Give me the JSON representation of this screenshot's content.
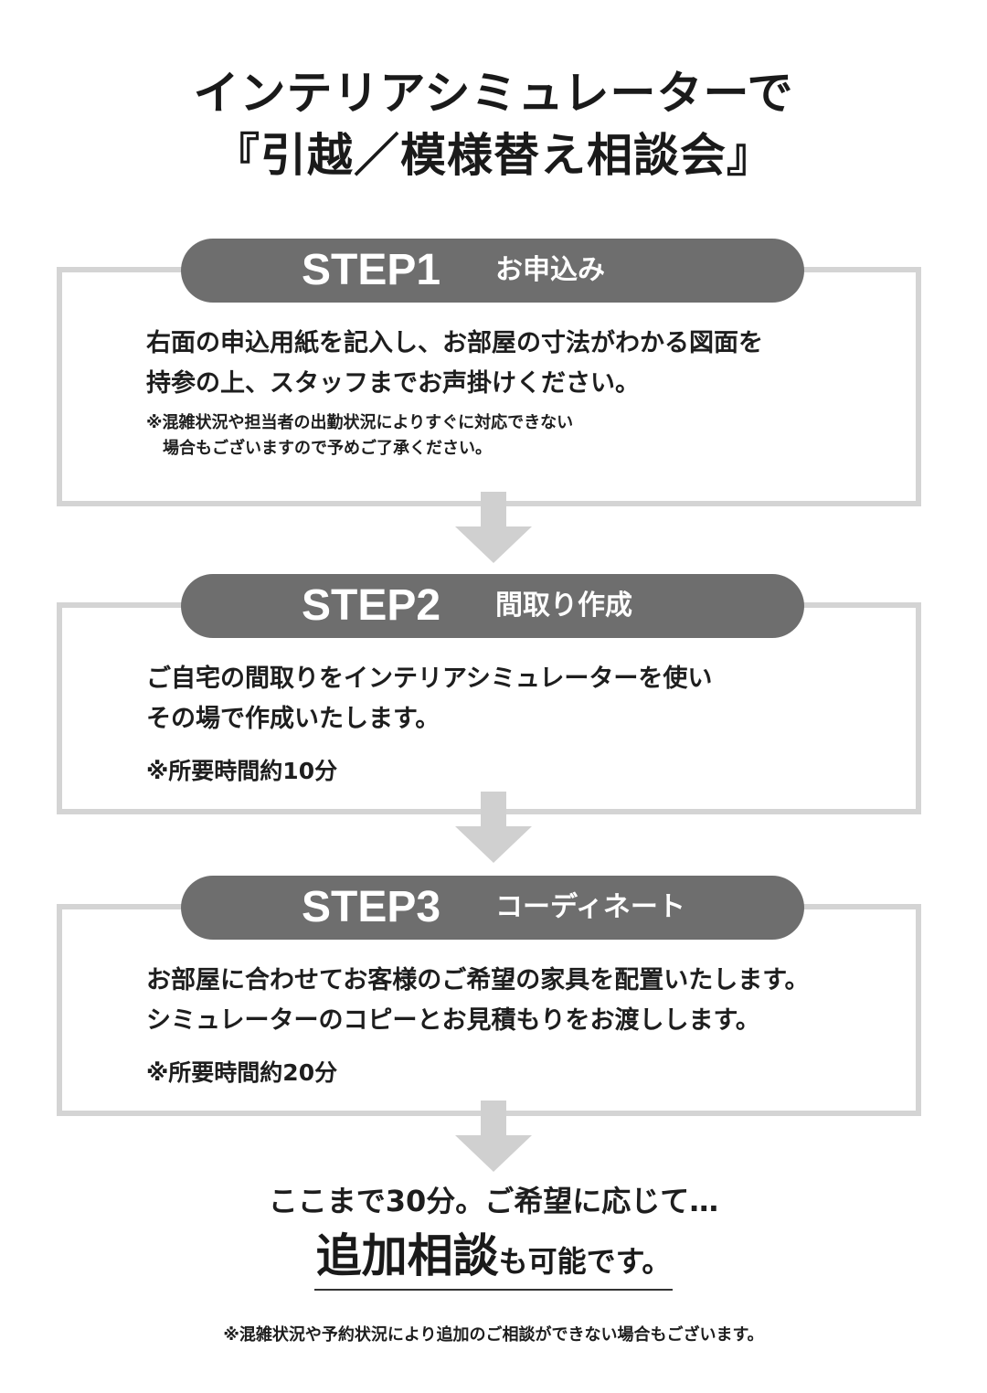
{
  "title": {
    "line1": "インテリアシミュレーターで",
    "line2": "『引越／模様替え相談会』"
  },
  "steps": [
    {
      "label": "STEP1",
      "subtitle": "お申込み",
      "lines": [
        "右面の申込用紙を記入し、お部屋の寸法がわかる図面を",
        "持参の上、スタッフまでお声掛けください。"
      ],
      "notes": [
        "※混雑状況や担当者の出勤状況によりすぐに対応できない",
        "　場合もございますので予めご了承ください。"
      ]
    },
    {
      "label": "STEP2",
      "subtitle": "間取り作成",
      "lines": [
        "ご自宅の間取りをインテリアシミュレーターを使い",
        "その場で作成いたします。"
      ],
      "time_note": "※所要時間約10分"
    },
    {
      "label": "STEP3",
      "subtitle": "コーディネート",
      "lines": [
        "お部屋に合わせてお客様のご希望の家具を配置いたします。",
        "シミュレーターのコピーとお見積もりをお渡しします。"
      ],
      "time_note": "※所要時間約20分"
    }
  ],
  "summary": {
    "line": "ここまで30分。ご希望に応じて…",
    "emphasis": "追加相談",
    "emphasis_suffix": "も可能です。"
  },
  "footnote": "※混雑状況や予約状況により追加のご相談ができない場合もございます。",
  "colors": {
    "pill": "#6e6e6e",
    "box_border": "#d4d4d4",
    "arrow": "#d0d0d0",
    "text": "#1e1e1e"
  }
}
